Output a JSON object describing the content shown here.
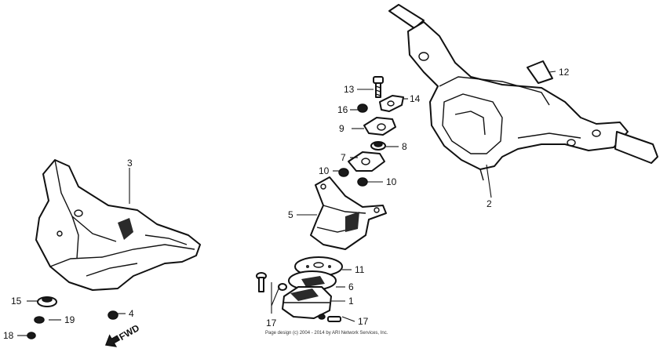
{
  "callouts": {
    "n1": "1",
    "n2": "2",
    "n3": "3",
    "n4": "4",
    "n5": "5",
    "n6": "6",
    "n7": "7",
    "n8": "8",
    "n9": "9",
    "n10a": "10",
    "n10b": "10",
    "n11": "11",
    "n12": "12",
    "n13": "13",
    "n14": "14",
    "n15": "15",
    "n16": "16",
    "n17a": "17",
    "n17b": "17",
    "n18": "18",
    "n19": "19"
  },
  "direction_label": "FWD",
  "copyright": "Page design (c) 2004 - 2014 by ARI Network Services, Inc."
}
